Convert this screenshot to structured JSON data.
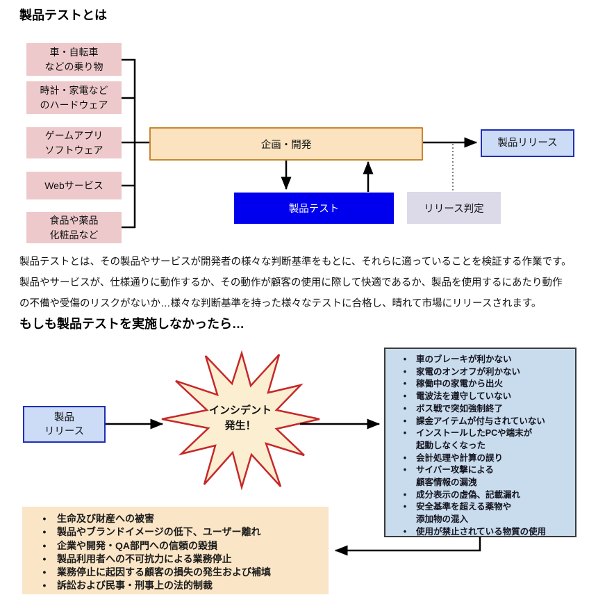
{
  "headings": {
    "what_is": "製品テストとは",
    "if_not": "もしも製品テストを実施しなかったら…"
  },
  "flow1": {
    "sources": [
      "車・自転車\nなどの乗り物",
      "時計・家電など\nのハードウェア",
      "ゲームアプリ\nソフトウェア",
      "Webサービス",
      "食品や薬品\n化粧品など"
    ],
    "plan_dev": "企画・開発",
    "product_test": "製品テスト",
    "product_release": "製品リリース",
    "release_judgement": "リリース判定"
  },
  "description": [
    "製品テストとは、その製品やサービスが開発者の様々な判断基準をもとに、それらに適っていることを検証する作業です。",
    "製品やサービスが、仕様通りに動作するか、その動作が顧客の使用に際して快適であるか、製品を使用するにあたり動作",
    "の不備や受傷のリスクがないか…様々な判断基準を持った様々なテストに合格し、晴れて市場にリリースされます。"
  ],
  "flow2": {
    "product_release": "製品\nリリース",
    "incident": "インシデント\n発生！",
    "incidents": [
      "車のブレーキが利かない",
      "家電のオンオフが利かない",
      "稼働中の家電から出火",
      "電波法を遵守していない",
      "ボス戦で突如強制終了",
      "課金アイテムが付与されていない",
      "インストールしたPCや端末が\n起動しなくなった",
      "会計処理や計算の誤り",
      "サイバー攻撃による\n顧客情報の漏洩",
      "成分表示の虚偽、記載漏れ",
      "安全基準を超える薬物や\n添加物の混入",
      "使用が禁止されている物質の使用"
    ],
    "damages": [
      "生命及び財産への被害",
      "製品やブランドイメージの低下、ユーザー離れ",
      "企業や開発・QA部門への信頼の毀損",
      "製品利用者への不可抗力による業務停止",
      "業務停止に起因する顧客の損失の発生および補填",
      "訴訟および民事・刑事上の法的制裁"
    ]
  },
  "colors": {
    "source_box_fill": "#eec9cc",
    "plan_dev_fill": "#fbe3c0",
    "plan_dev_border": "#c8872e",
    "product_test_fill": "#0000ee",
    "release_fill": "#ccdbf6",
    "release_border": "#1f2fb4",
    "judgement_fill": "#dcd9e9",
    "incident_star_fill": "#fbeed1",
    "incident_star_border": "#c62828",
    "incident_list_fill": "#c8dcee",
    "damage_list_fill": "#fae5c6"
  }
}
